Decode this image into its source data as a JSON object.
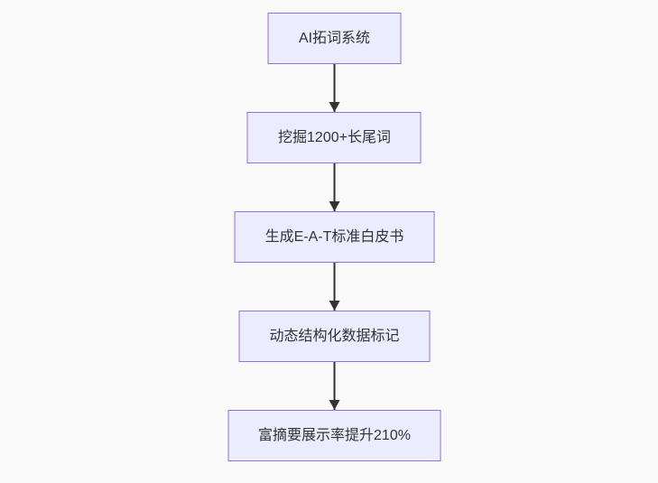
{
  "page": {
    "background_color": "#fafafa"
  },
  "flowchart": {
    "type": "flowchart",
    "direction": "top-down",
    "style": {
      "node_fill": "#ECECFF",
      "node_border": "#9370DB",
      "text_color": "#333333",
      "arrow_color": "#333333"
    },
    "nodes": [
      {
        "id": "n1",
        "label": "AI拓词系统"
      },
      {
        "id": "n2",
        "label": "挖掘1200+长尾词"
      },
      {
        "id": "n3",
        "label": "生成E-A-T标准白皮书"
      },
      {
        "id": "n4",
        "label": "动态结构化数据标记"
      },
      {
        "id": "n5",
        "label": "富摘要展示率提升210%"
      }
    ],
    "edges": [
      {
        "from": "n1",
        "to": "n2"
      },
      {
        "from": "n2",
        "to": "n3"
      },
      {
        "from": "n3",
        "to": "n4"
      },
      {
        "from": "n4",
        "to": "n5"
      }
    ]
  }
}
